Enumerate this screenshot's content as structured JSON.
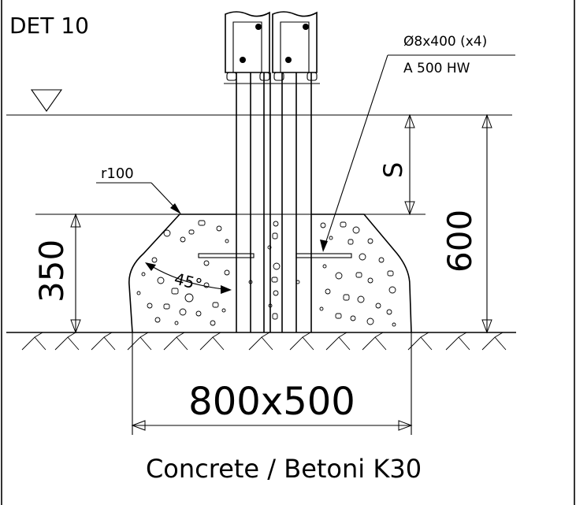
{
  "detail": {
    "title": "DET 10"
  },
  "annotations": {
    "rebar_spec": "Ø8x400 (x4)",
    "rebar_grade": "A 500 HW",
    "radius": "r100",
    "angle": "45°"
  },
  "dimensions": {
    "depth_s": "S",
    "foundation_height": "350",
    "post_embed": "600",
    "footing_size": "800x500"
  },
  "material": {
    "label": "Concrete / Betoni K30"
  }
}
